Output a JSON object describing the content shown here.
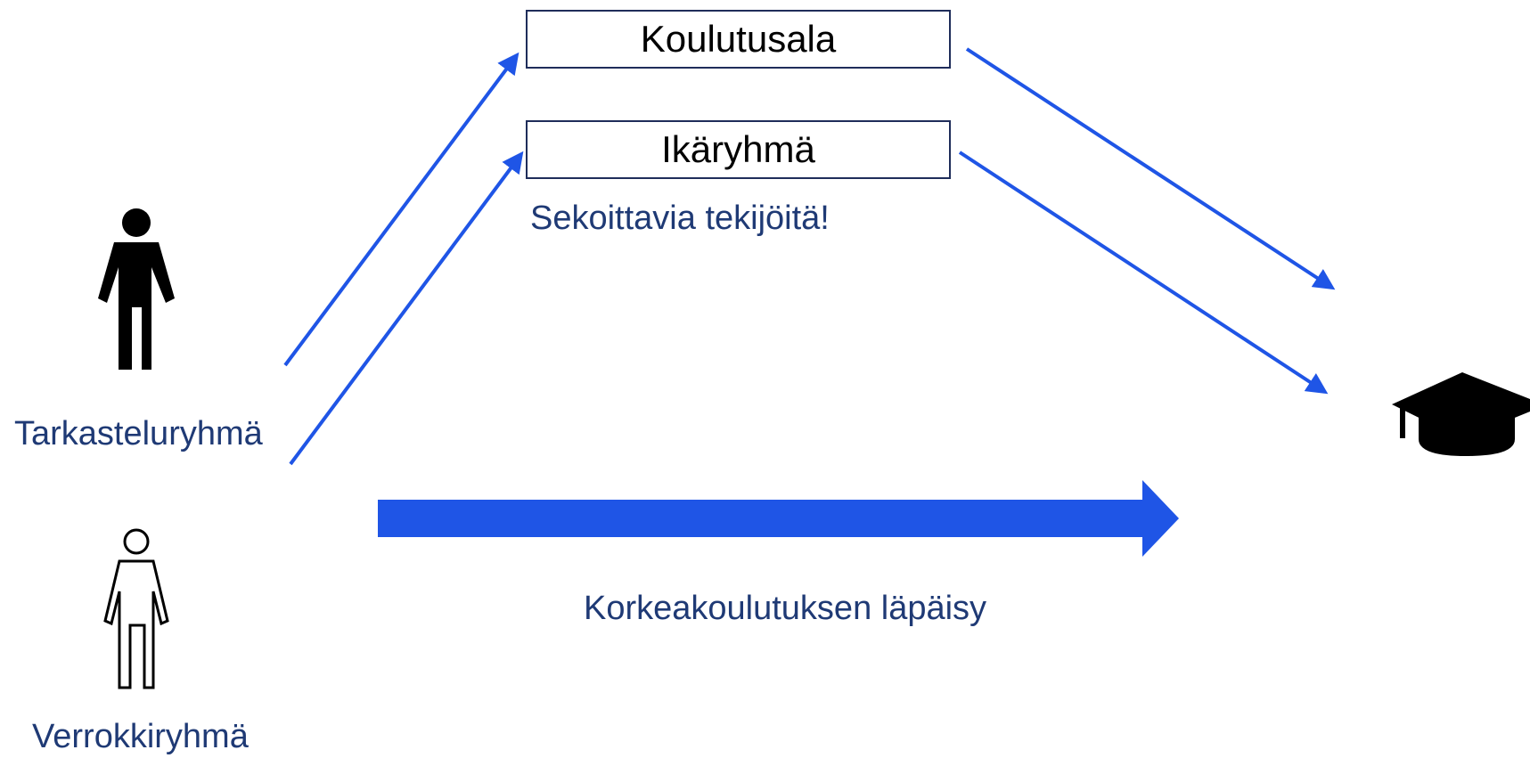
{
  "diagram": {
    "confounders": [
      {
        "id": "koulutusala",
        "label": "Koulutusala"
      },
      {
        "id": "ikaryhma",
        "label": "Ikäryhmä"
      }
    ],
    "confounders_note": "Sekoittavia tekijöitä!",
    "treatment_group": {
      "label": "Tarkasteluryhmä",
      "icon": "person-filled-icon"
    },
    "control_group": {
      "label": "Verrokkiryhmä",
      "icon": "person-outline-icon"
    },
    "outcome": {
      "label": "Korkeakoulutuksen läpäisy",
      "icon": "graduation-cap-icon"
    },
    "colors": {
      "arrow": "#1f55e6",
      "text": "#1f3a75",
      "box_border": "#1f2d5a",
      "icon": "#000000"
    }
  }
}
